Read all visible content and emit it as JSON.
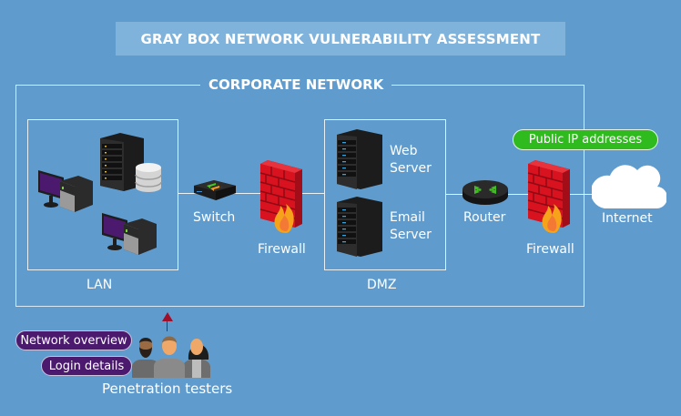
{
  "title": "GRAY BOX NETWORK VULNERABILITY ASSESSMENT",
  "corporate_network": {
    "label": "CORPORATE NETWORK",
    "lan": {
      "label": "LAN",
      "devices": [
        "workstation-icon",
        "workstation-icon",
        "server-rack-icon",
        "database-icon"
      ]
    },
    "switch": {
      "label": "Switch"
    },
    "firewall_internal": {
      "label": "Firewall"
    },
    "dmz": {
      "label": "DMZ",
      "servers": [
        {
          "line1": "Web",
          "line2": "Server"
        },
        {
          "line1": "Email",
          "line2": "Server"
        }
      ]
    },
    "router": {
      "label": "Router"
    },
    "firewall_external": {
      "label": "Firewall"
    }
  },
  "public_ip_badge": "Public IP addresses",
  "internet": {
    "label": "Internet"
  },
  "testers": {
    "label": "Penetration testers",
    "inputs": [
      "Network overview",
      "Login details"
    ]
  },
  "colors": {
    "background": "#5f9ccd",
    "title_bar": "#80b3dc",
    "badge_green": "#2fba1e",
    "badge_purple": "#4b1a6e",
    "firewall_red": "#d9121f",
    "arrow_red": "#a0102a"
  }
}
